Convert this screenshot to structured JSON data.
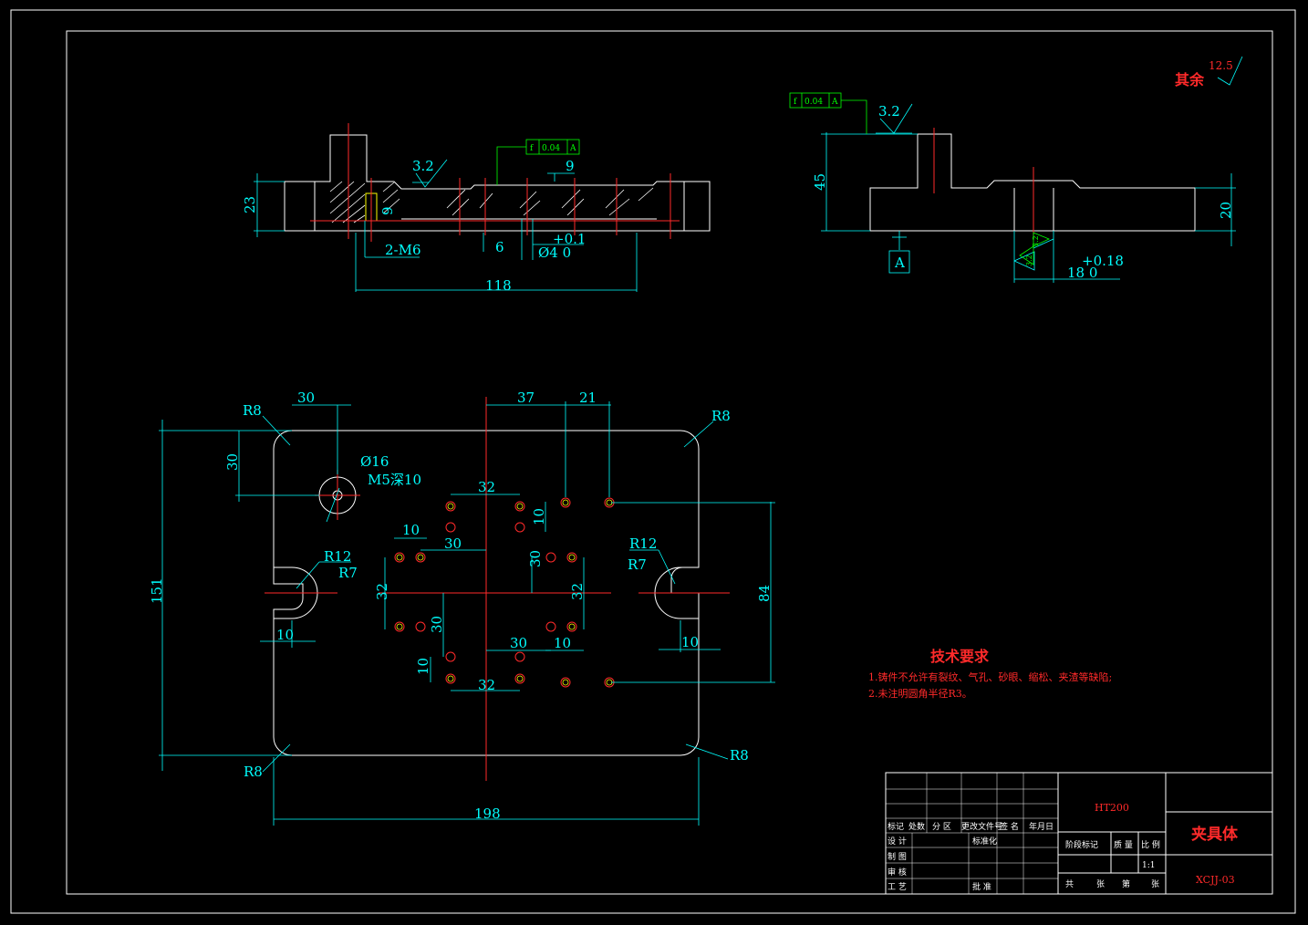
{
  "sheet": {
    "roughness_other_label": "其余",
    "roughness_other_value": "12.5",
    "tech_title": "技术要求",
    "tech_items": [
      "1.铸件不允许有裂纹、气孔、砂眼、缩松、夹渣等缺陷;",
      "2.未注明圆角半径R3。"
    ]
  },
  "front_view": {
    "dims": [
      "23",
      "9",
      "2-M6",
      "6",
      "118",
      "9",
      "+0.1",
      "Ø4 0"
    ],
    "roughness": "3.2",
    "tolerance": [
      "f",
      "0.04",
      "A"
    ]
  },
  "side_view": {
    "dims": [
      "45",
      "20",
      "+0.18",
      "18 0"
    ],
    "roughness": [
      "3.2",
      "3.2",
      "3.2"
    ],
    "tolerance": [
      "f",
      "0.04",
      "A"
    ],
    "datum": "A"
  },
  "top_view": {
    "dims": {
      "r8_tl": "R8",
      "r8_tr": "R8",
      "r8_bl": "R8",
      "r8_br": "R8",
      "w30_top": "30",
      "h30_left": "30",
      "dia16": "Ø16",
      "m5": "M5深10",
      "d37": "37",
      "d21": "21",
      "d32_top": "32",
      "d10_a": "10",
      "d30_a": "30",
      "d10_v": "10",
      "d30_v": "30",
      "d32_l": "32",
      "d32_r": "32",
      "d30_lv": "30",
      "r12_l": "R12",
      "r7_l": "R7",
      "r12_r": "R12",
      "r7_r": "R7",
      "d10_bl": "10",
      "d10_br": "10",
      "d30_b": "30",
      "d10_b": "10",
      "d10_lv2": "10",
      "d32_b": "32",
      "h151": "151",
      "h84": "84",
      "w198": "198"
    }
  },
  "title_block": {
    "material": "HT200",
    "part_name": "夹具体",
    "drawing_no": "XCJJ-03",
    "scale": "1:1",
    "headers": [
      "标记",
      "处数",
      "分 区",
      "更改文件号",
      "签 名",
      "年月日"
    ],
    "roles": [
      "设 计",
      "制 图",
      "审 核",
      "工 艺"
    ],
    "standardize": "标准化",
    "approve": "批 准",
    "stage": "阶段标记",
    "weight": "质 量",
    "ratio": "比 例",
    "sheets": [
      "共",
      "张",
      "第",
      "张"
    ]
  }
}
